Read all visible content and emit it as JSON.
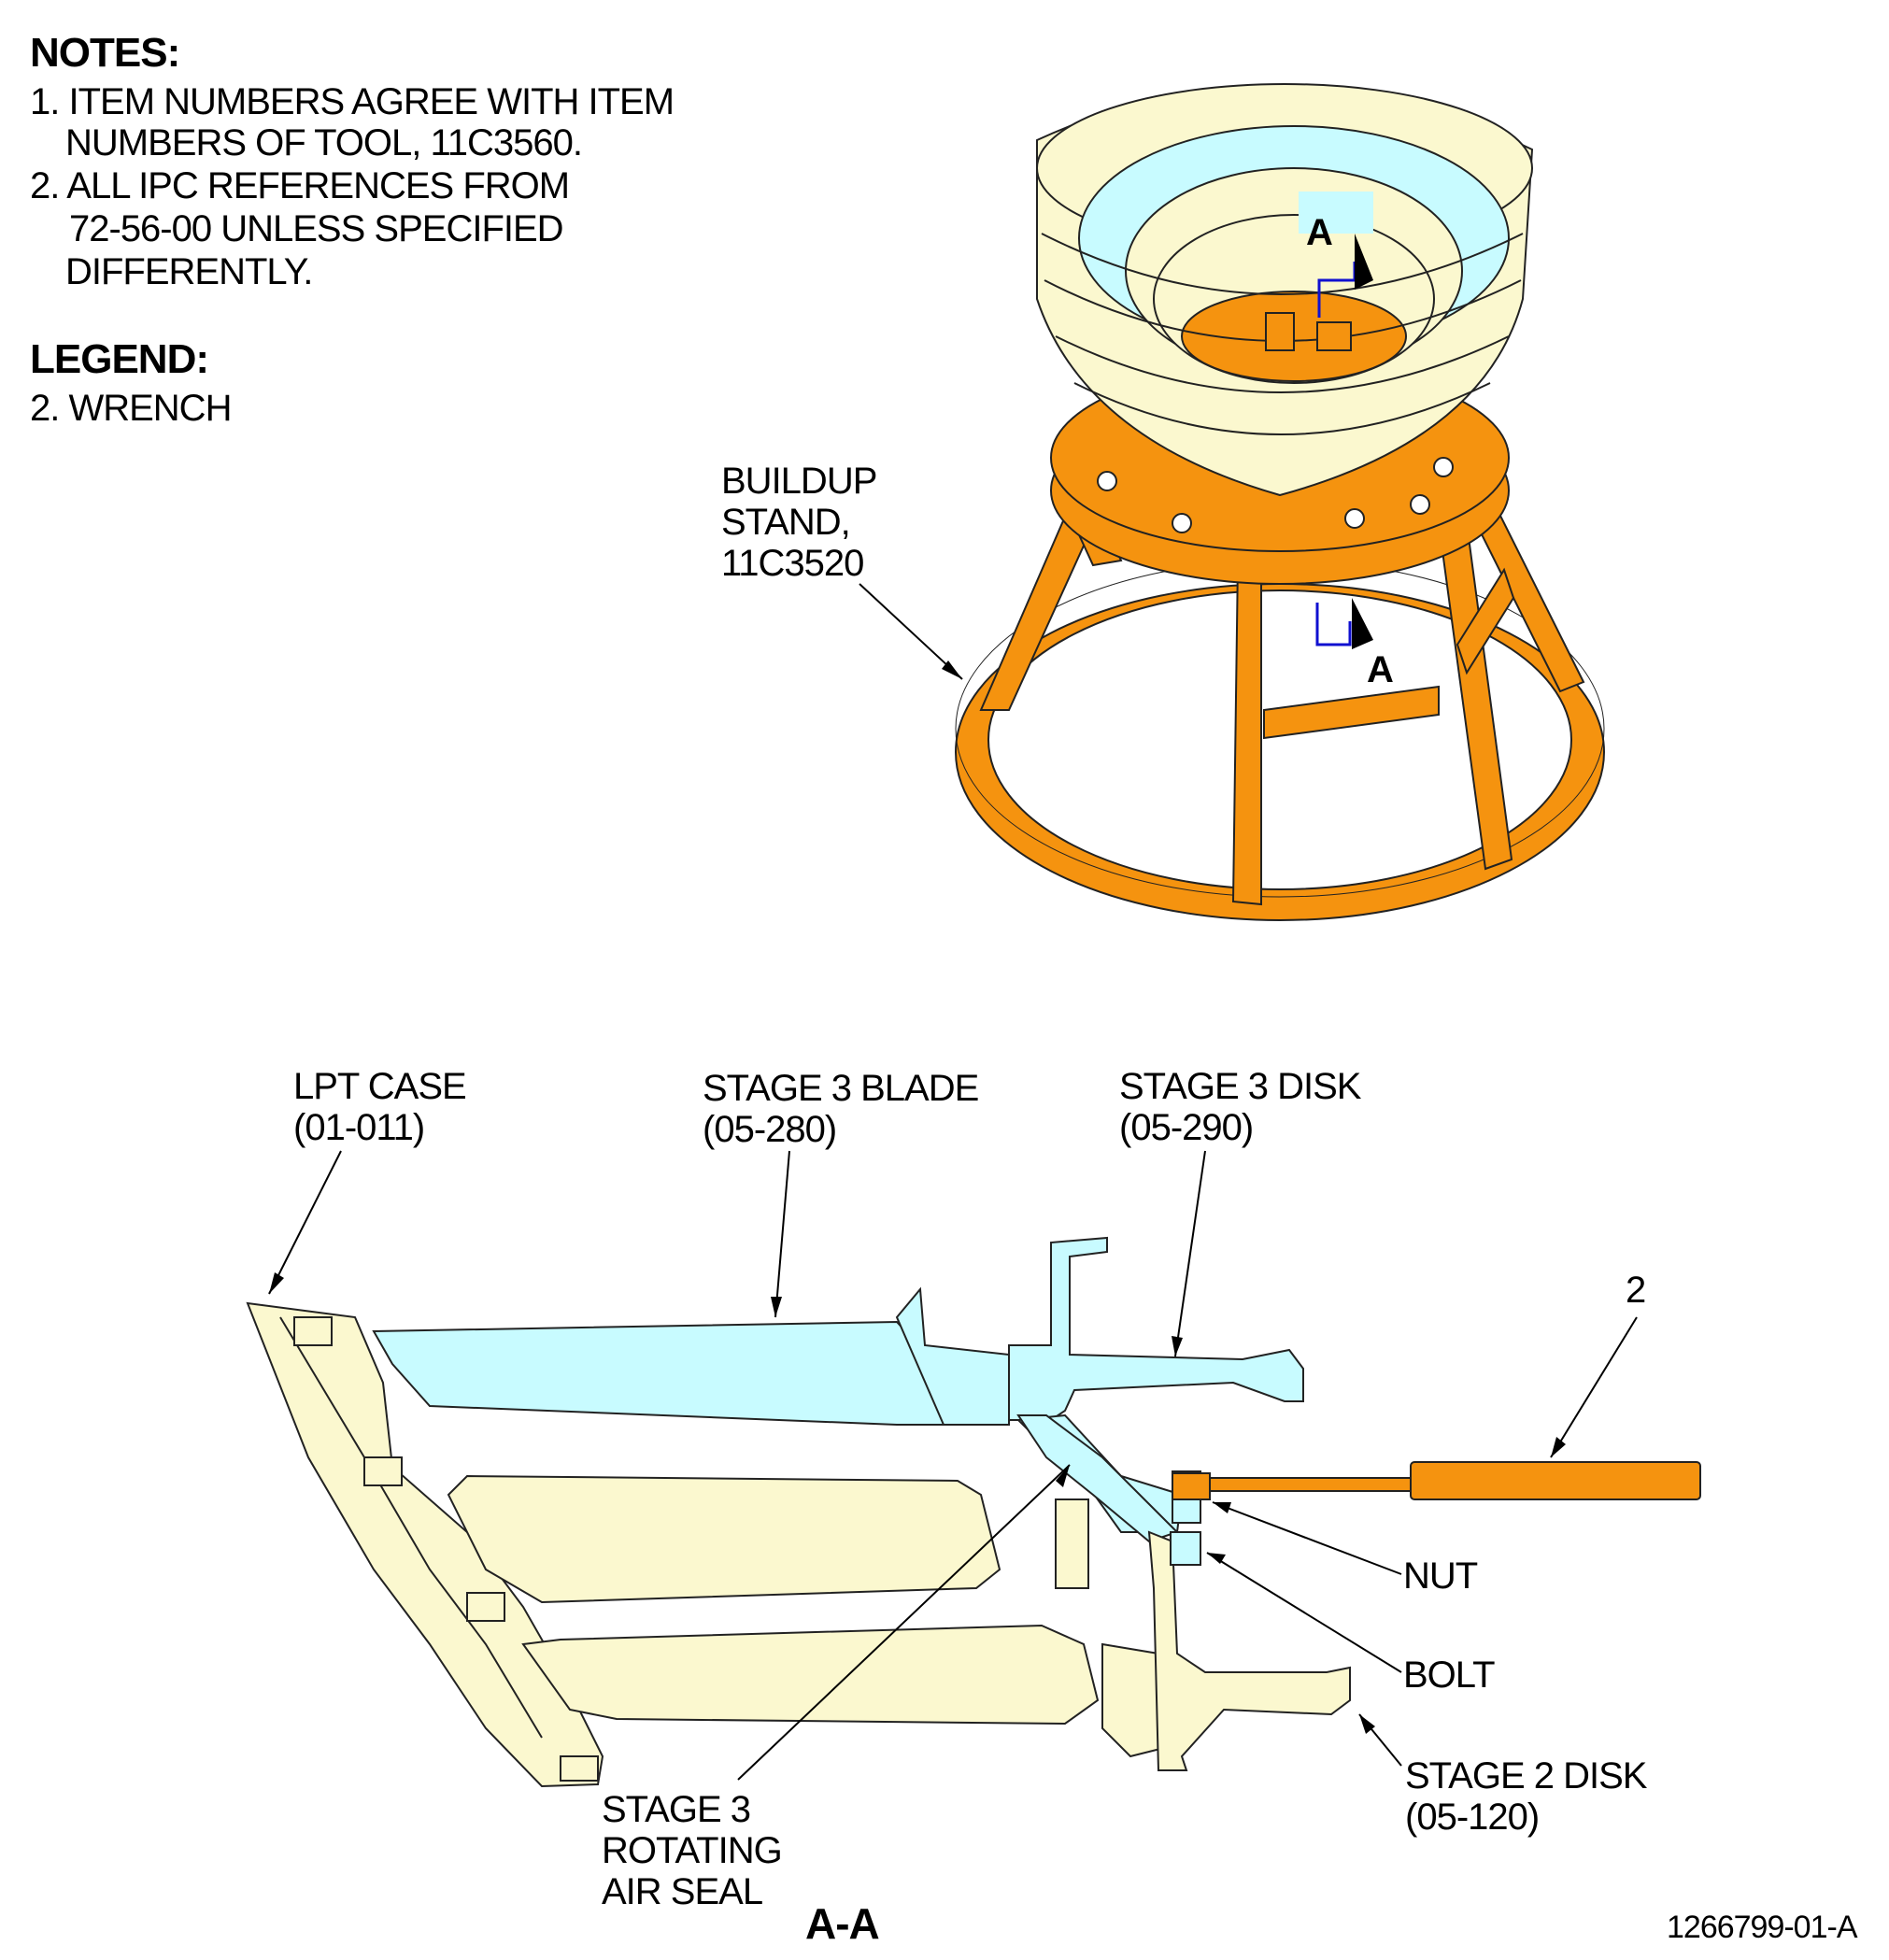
{
  "notes": {
    "heading": "NOTES:",
    "items": [
      {
        "line1": "1. ITEM NUMBERS AGREE WITH ITEM",
        "line2": "NUMBERS OF TOOL, 11C3560."
      },
      {
        "line1": "2. ALL IPC REFERENCES FROM",
        "line2": "72-56-00 UNLESS SPECIFIED",
        "line3": "DIFFERENTLY."
      }
    ]
  },
  "legend": {
    "heading": "LEGEND:",
    "items": [
      "2. WRENCH"
    ]
  },
  "iso_view": {
    "stand_label": [
      "BUILDUP",
      "STAND,",
      "11C3520"
    ],
    "section_marker_top": "A",
    "section_marker_bottom": "A"
  },
  "section_view": {
    "title": "A-A",
    "callouts": {
      "lpt_case": [
        "LPT CASE",
        "(01-011)"
      ],
      "stage3_blade": [
        "STAGE 3 BLADE",
        "(05-280)"
      ],
      "stage3_disk": [
        "STAGE 3 DISK",
        "(05-290)"
      ],
      "item2": "2",
      "nut": "NUT",
      "bolt": "BOLT",
      "stage2_disk": [
        "STAGE 2 DISK",
        "(05-120)"
      ],
      "air_seal": [
        "STAGE 3",
        "ROTATING",
        "AIR SEAL"
      ]
    }
  },
  "figure_id": "1266799-01-A",
  "colors": {
    "orange": "#f5930f",
    "cream": "#fbf8cf",
    "cyan": "#c8fbff",
    "blue_line": "#1010d0"
  }
}
